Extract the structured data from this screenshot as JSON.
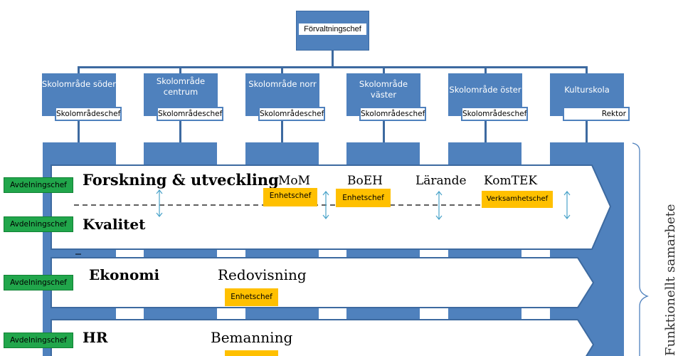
{
  "top": {
    "label": "Förvaltningschef"
  },
  "school_areas": [
    {
      "name": "Skolområde söder",
      "chief": "Skolområdeschef"
    },
    {
      "name": "Skolområde centrum",
      "chief": "Skolområdeschef"
    },
    {
      "name": "Skolområde norr",
      "chief": "Skolområdeschef"
    },
    {
      "name": "Skolområde väster",
      "chief": "Skolområdeschef"
    },
    {
      "name": "Skolområde öster",
      "chief": "Skolområdeschef"
    },
    {
      "name": "Kulturskola",
      "chief": "Rektor"
    }
  ],
  "departments": [
    {
      "name": "Forskning & utveckling",
      "badge": "Avdelningschef"
    },
    {
      "name": "Kvalitet",
      "badge": "Avdelningschef"
    },
    {
      "name": "Ekonomi",
      "badge": "Avdelningschef"
    },
    {
      "name": "HR",
      "badge": "Avdelningschef"
    }
  ],
  "units": {
    "mom": {
      "name": "MoM",
      "role": "Enhetschef"
    },
    "boeh": {
      "name": "BoEH",
      "role": "Enhetschef"
    },
    "larande": {
      "name": "Lärande"
    },
    "komtek": {
      "name": "KomTEK",
      "role": "Verksamhetschef"
    },
    "redovisning": {
      "name": "Redovisning",
      "role": "Enhetschef"
    },
    "bemanning": {
      "name": "Bemanning"
    }
  },
  "side_label": "Funktionellt samarbete",
  "colors": {
    "blue": "#4f81bd",
    "green": "#21a64b",
    "yellow": "#ffc000"
  }
}
